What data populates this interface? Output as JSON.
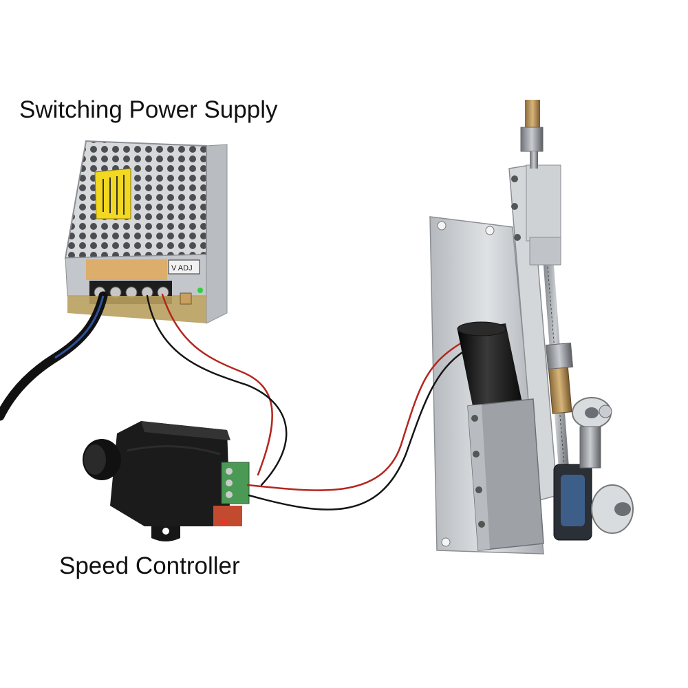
{
  "labels": {
    "power_supply": "Switching Power Supply",
    "speed_controller": "Speed Controller"
  },
  "power_supply": {
    "adjust_label": "V ADJ",
    "warning_sticker_color": "#f2d820"
  },
  "colors": {
    "background": "#ffffff",
    "wire_red": "#b3261e",
    "wire_black": "#151515",
    "aluminum": "#c8cbce",
    "motor": "#161616"
  },
  "icons": [
    "knob-icon",
    "led-icon"
  ]
}
